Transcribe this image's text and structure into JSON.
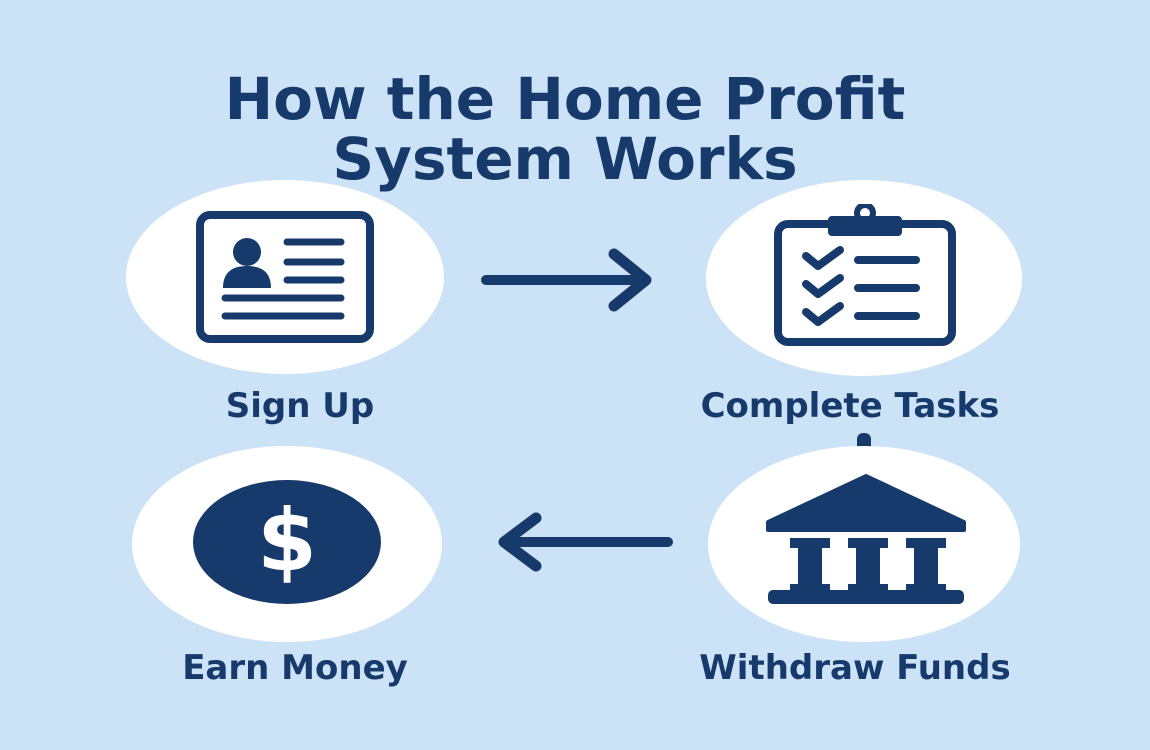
{
  "title": {
    "line1": "How the Home Profit",
    "line2": "System Works"
  },
  "colors": {
    "background": "#cce2f6",
    "primary": "#163a6b",
    "bubble": "#ffffff"
  },
  "steps": [
    {
      "label": "Sign Up",
      "icon": "id-card-icon"
    },
    {
      "label": "Complete Tasks",
      "icon": "clipboard-checklist-icon"
    },
    {
      "label": "Withdraw Funds",
      "icon": "bank-icon"
    },
    {
      "label": "Earn Money",
      "icon": "dollar-coin-icon"
    }
  ],
  "arrows": [
    {
      "from": "Sign Up",
      "to": "Complete Tasks",
      "direction": "right"
    },
    {
      "from": "Withdraw Funds",
      "to": "Earn Money",
      "direction": "left"
    }
  ],
  "dollar_symbol": "$"
}
